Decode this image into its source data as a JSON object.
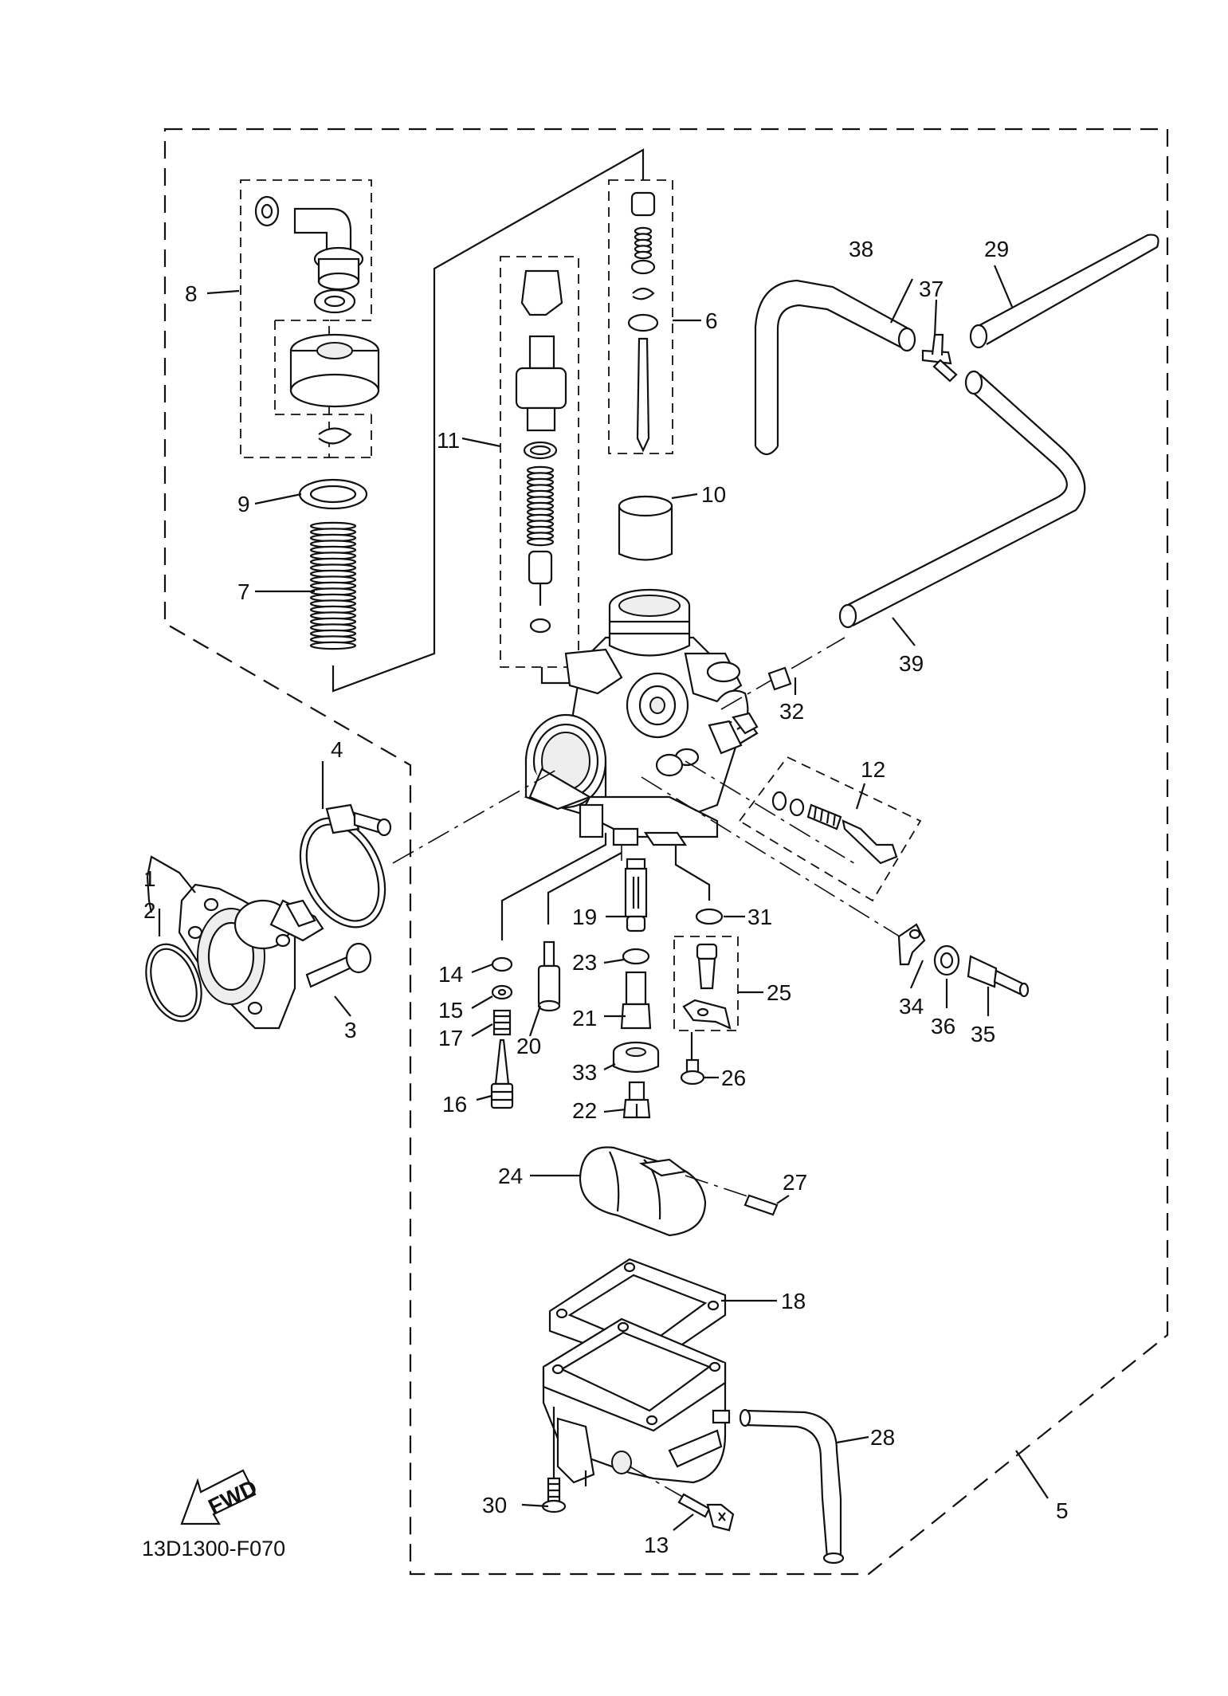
{
  "diagram": {
    "drawing_code": "13D1300-F070",
    "direction_marker": "FWD",
    "callouts": [
      {
        "id": "c1",
        "text": "1"
      },
      {
        "id": "c2",
        "text": "2"
      },
      {
        "id": "c3",
        "text": "3"
      },
      {
        "id": "c4",
        "text": "4"
      },
      {
        "id": "c5",
        "text": "5"
      },
      {
        "id": "c6",
        "text": "6"
      },
      {
        "id": "c7",
        "text": "7"
      },
      {
        "id": "c8",
        "text": "8"
      },
      {
        "id": "c9",
        "text": "9"
      },
      {
        "id": "c10",
        "text": "10"
      },
      {
        "id": "c11",
        "text": "11"
      },
      {
        "id": "c12",
        "text": "12"
      },
      {
        "id": "c13",
        "text": "13"
      },
      {
        "id": "c14",
        "text": "14"
      },
      {
        "id": "c15",
        "text": "15"
      },
      {
        "id": "c16",
        "text": "16"
      },
      {
        "id": "c17",
        "text": "17"
      },
      {
        "id": "c18",
        "text": "18"
      },
      {
        "id": "c19",
        "text": "19"
      },
      {
        "id": "c20",
        "text": "20"
      },
      {
        "id": "c21",
        "text": "21"
      },
      {
        "id": "c22",
        "text": "22"
      },
      {
        "id": "c23",
        "text": "23"
      },
      {
        "id": "c24",
        "text": "24"
      },
      {
        "id": "c25",
        "text": "25"
      },
      {
        "id": "c26",
        "text": "26"
      },
      {
        "id": "c27",
        "text": "27"
      },
      {
        "id": "c28",
        "text": "28"
      },
      {
        "id": "c29",
        "text": "29"
      },
      {
        "id": "c30",
        "text": "30"
      },
      {
        "id": "c31",
        "text": "31"
      },
      {
        "id": "c32",
        "text": "32"
      },
      {
        "id": "c33",
        "text": "33"
      },
      {
        "id": "c34",
        "text": "34"
      },
      {
        "id": "c35",
        "text": "35"
      },
      {
        "id": "c36",
        "text": "36"
      },
      {
        "id": "c37",
        "text": "37"
      },
      {
        "id": "c38",
        "text": "38"
      },
      {
        "id": "c39",
        "text": "39"
      }
    ]
  }
}
